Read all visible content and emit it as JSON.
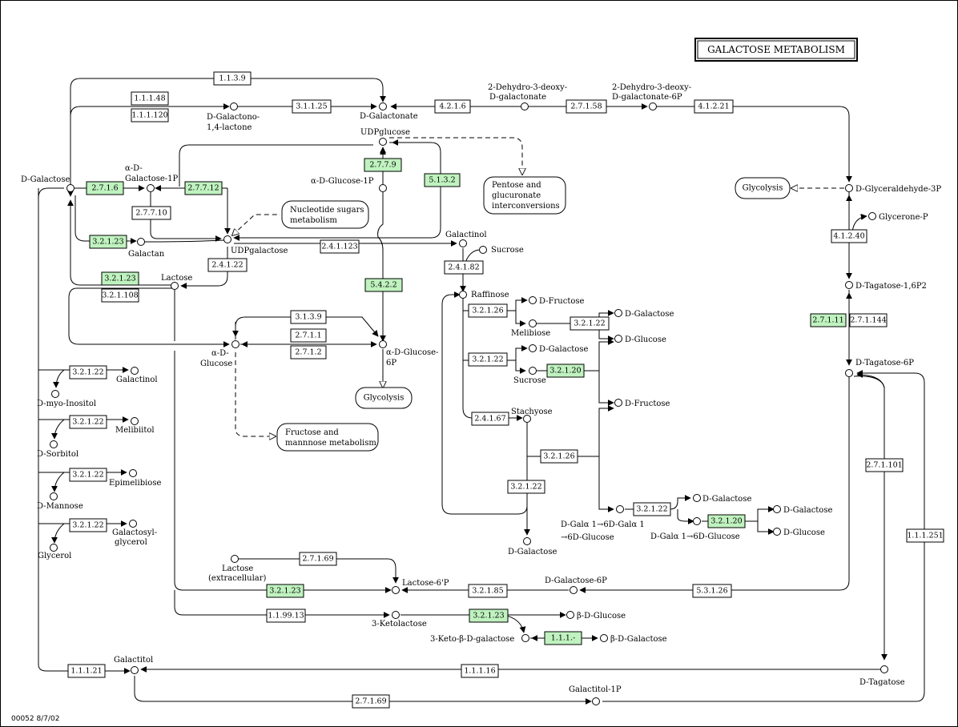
{
  "title": "GALACTOSE METABOLISM",
  "footer": "00052 8/7/02",
  "compounds": {
    "d_galactose": "D-Galactose",
    "a_d_galactose_1p_1": "α-D-",
    "a_d_galactose_1p_2": "Galactose-1P",
    "d_galactono_1": "D-Galactono-",
    "d_galactono_2": "1,4-lactone",
    "d_galactonate": "D-Galactonate",
    "dehydro1_1": "2-Dehydro-3-deoxy-",
    "dehydro1_2": "D-galactonate",
    "dehydro2_1": "2-Dehydro-3-deoxy-",
    "dehydro2_2": "D-galactonate-6P",
    "udpglucose": "UDPglucose",
    "a_d_glucose_1p": "α-D-Glucose-1P",
    "udpgalactose": "UDPgalactose",
    "galactan": "Galactan",
    "lactose": "Lactose",
    "galactinol": "Galactinol",
    "sucrose_top": "Sucrose",
    "raffinose": "Raffinose",
    "d_fructose_1": "D-Fructose",
    "melibiose": "Melibiose",
    "d_galactose_r1": "D-Galactose",
    "d_glucose_r1": "D-Glucose",
    "d_galactose_r2": "D-Galactose",
    "sucrose_mid": "Sucrose",
    "d_fructose_2": "D-Fructose",
    "stachyose": "Stachyose",
    "d_galactose_bottom": "D-Galactose",
    "dgal_1": "D-Galα 1→6D-Galα 1",
    "dgal_2": "→6D-Glucose",
    "dgal_glc": "D-Galα 1→6D-Glucose",
    "d_galactose_r3": "D-Galactose",
    "d_galactose_r4": "D-Galactose",
    "d_glucose_r4": "D-Glucose",
    "a_d_glucose_1": "α-D-",
    "a_d_glucose_2": "Glucose",
    "a_d_glucose_6p_1": "α-D-Glucose-",
    "a_d_glucose_6p_2": "6P",
    "galactinol_left": "Galactinol",
    "d_myo_inositol": "D-myo-Inositol",
    "melibiitol": "Melibiitol",
    "d_sorbitol": "D-Sorbitol",
    "epimelibiose": "Epimelibiose",
    "d_mannose": "D-Mannose",
    "galactosylglycerol_1": "Galactosyl-",
    "galactosylglycerol_2": "glycerol",
    "glycerol": "Glycerol",
    "lactose_ext_1": "Lactose",
    "lactose_ext_2": "(extracellular)",
    "lactose_6p": "Lactose-6'P",
    "d_galactose_6p": "D-Galactose-6P",
    "ketolactose": "3-Ketolactose",
    "b_d_glucose": "β-D-Glucose",
    "keto_b_d_galactose": "3-Keto-β-D-galactose",
    "b_d_galactose": "β-D-Galactose",
    "galactitol": "Galactitol",
    "galactitol_1p": "Galactitol-1P",
    "d_tagatose": "D-Tagatose",
    "d_glyceraldehyde_3p": "D-Glyceraldehyde-3P",
    "glycerone_p": "Glycerone-P",
    "d_tagatose_16p2": "D-Tagatose-1,6P2",
    "d_tagatose_6p": "D-Tagatose-6P"
  },
  "maps": {
    "glycolysis_right": "Glycolysis",
    "pentose_1": "Pentose and",
    "pentose_2": "glucuronate",
    "pentose_3": "interconversions",
    "nucleotide_1": "Nucleotide sugars",
    "nucleotide_2": "metabolism",
    "glycolysis_center": "Glycolysis",
    "fructose_1": "Fructose and",
    "fructose_2": "mannnose metabolism"
  },
  "enzymes": {
    "e1139": "1.1.3.9",
    "e11148": "1.1.1.48",
    "e111120": "1.1.1.120",
    "e31125": "3.1.1.25",
    "e4216": "4.2.1.6",
    "e27158": "2.7.1.58",
    "e41221": "4.1.2.21",
    "e2716": "2.7.1.6",
    "e27712": "2.7.7.12",
    "e2779": "2.7.7.9",
    "e5132": "5.1.3.2",
    "e27710": "2.7.7.10",
    "e32123a": "3.2.1.23",
    "e241123": "2.4.1.123",
    "e24122": "2.4.1.22",
    "e32123b": "3.2.1.23",
    "e321108": "3.2.1.108",
    "e5422": "5.4.2.2",
    "e24182": "2.4.1.82",
    "e32126a": "3.2.1.26",
    "e32122a": "3.2.1.22",
    "e32122b": "3.2.1.22",
    "e32120a": "3.2.1.20",
    "e24167": "2.4.1.67",
    "e32126b": "3.2.1.26",
    "e32122c": "3.2.1.22",
    "e32122d": "3.2.1.22",
    "e32120b": "3.2.1.20",
    "e3139": "3.1.3.9",
    "e2711": "2.7.1.1",
    "e2712": "2.7.1.2",
    "e41240": "4.1.2.40",
    "e27111": "2.7.1.11",
    "e271144": "2.7.1.144",
    "e271101": "2.7.1.101",
    "e111251": "1.1.1.251",
    "e32122L1": "3.2.1.22",
    "e32122L2": "3.2.1.22",
    "e32122L3": "3.2.1.22",
    "e32122L4": "3.2.1.22",
    "e27169a": "2.7.1.69",
    "e32123c": "3.2.1.23",
    "e32185": "3.2.1.85",
    "e53126": "5.3.1.26",
    "e119913": "1.1.99.13",
    "e32123d": "3.2.1.23",
    "e111": "1.1.1.-",
    "e11121": "1.1.1.21",
    "e11116": "1.1.1.16",
    "e27169b": "2.7.1.69"
  },
  "colors": {
    "highlight": "#bff2bf",
    "line": "#000000",
    "background": "#ffffff"
  }
}
